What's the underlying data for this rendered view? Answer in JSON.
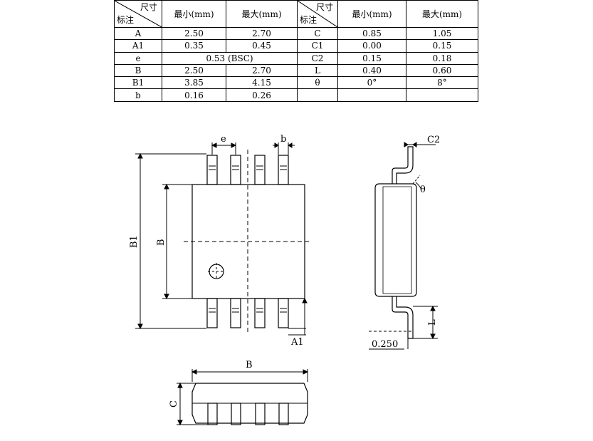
{
  "table": {
    "header_size": "尺寸",
    "header_mark": "标注",
    "col_min": "最小(mm)",
    "col_max": "最大(mm)",
    "rows": [
      {
        "l_label": "A",
        "l_min": "2.50",
        "l_max": "2.70",
        "r_label": "C",
        "r_min": "0.85",
        "r_max": "1.05"
      },
      {
        "l_label": "A1",
        "l_min": "0.35",
        "l_max": "0.45",
        "r_label": "C1",
        "r_min": "0.00",
        "r_max": "0.15"
      },
      {
        "l_label": "e",
        "l_span": "0.53 (BSC)",
        "r_label": "C2",
        "r_min": "0.15",
        "r_max": "0.18"
      },
      {
        "l_label": "B",
        "l_min": "2.50",
        "l_max": "2.70",
        "r_label": "L",
        "r_min": "0.40",
        "r_max": "0.60"
      },
      {
        "l_label": "B1",
        "l_min": "3.85",
        "l_max": "4.15",
        "r_label": "θ",
        "r_min": "0°",
        "r_max": "8°"
      },
      {
        "l_label": "b",
        "l_min": "0.16",
        "l_max": "0.26",
        "r_label": "",
        "r_min": "",
        "r_max": ""
      }
    ]
  },
  "labels": {
    "e": "e",
    "b": "b",
    "B1": "B1",
    "B": "B",
    "A1": "A1",
    "C2": "C2",
    "theta": "θ",
    "L": "L",
    "lead_thickness": "0.250",
    "bottom_B": "B",
    "C": "C"
  }
}
